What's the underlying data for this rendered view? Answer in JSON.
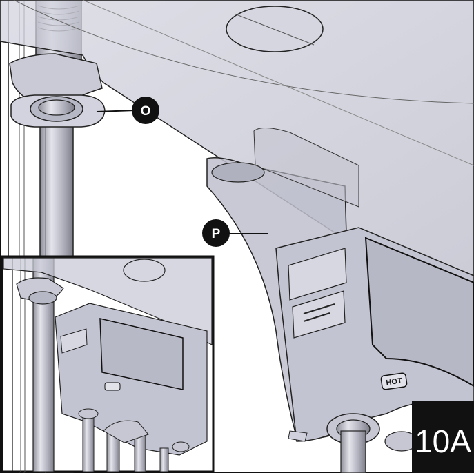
{
  "callouts": {
    "o": "O",
    "p": "P"
  },
  "step": "10A",
  "heater": {
    "hot_label": "HOT"
  },
  "colors": {
    "body_fill": "#c8c9d6",
    "outline": "#111111",
    "badge": "#111111"
  }
}
